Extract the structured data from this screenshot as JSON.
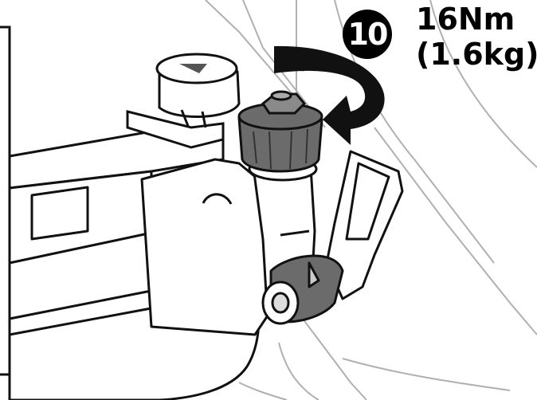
{
  "step": {
    "number": "10"
  },
  "torque": {
    "value": "16Nm",
    "weight": "(1.6kg)"
  },
  "colors": {
    "line": "#111111",
    "knob_dark": "#6b6b6b",
    "knob_light": "#ffffff",
    "arrow": "#111111",
    "background": "#ffffff"
  },
  "icons": {
    "rotate_direction": "clockwise-arrow-icon"
  }
}
